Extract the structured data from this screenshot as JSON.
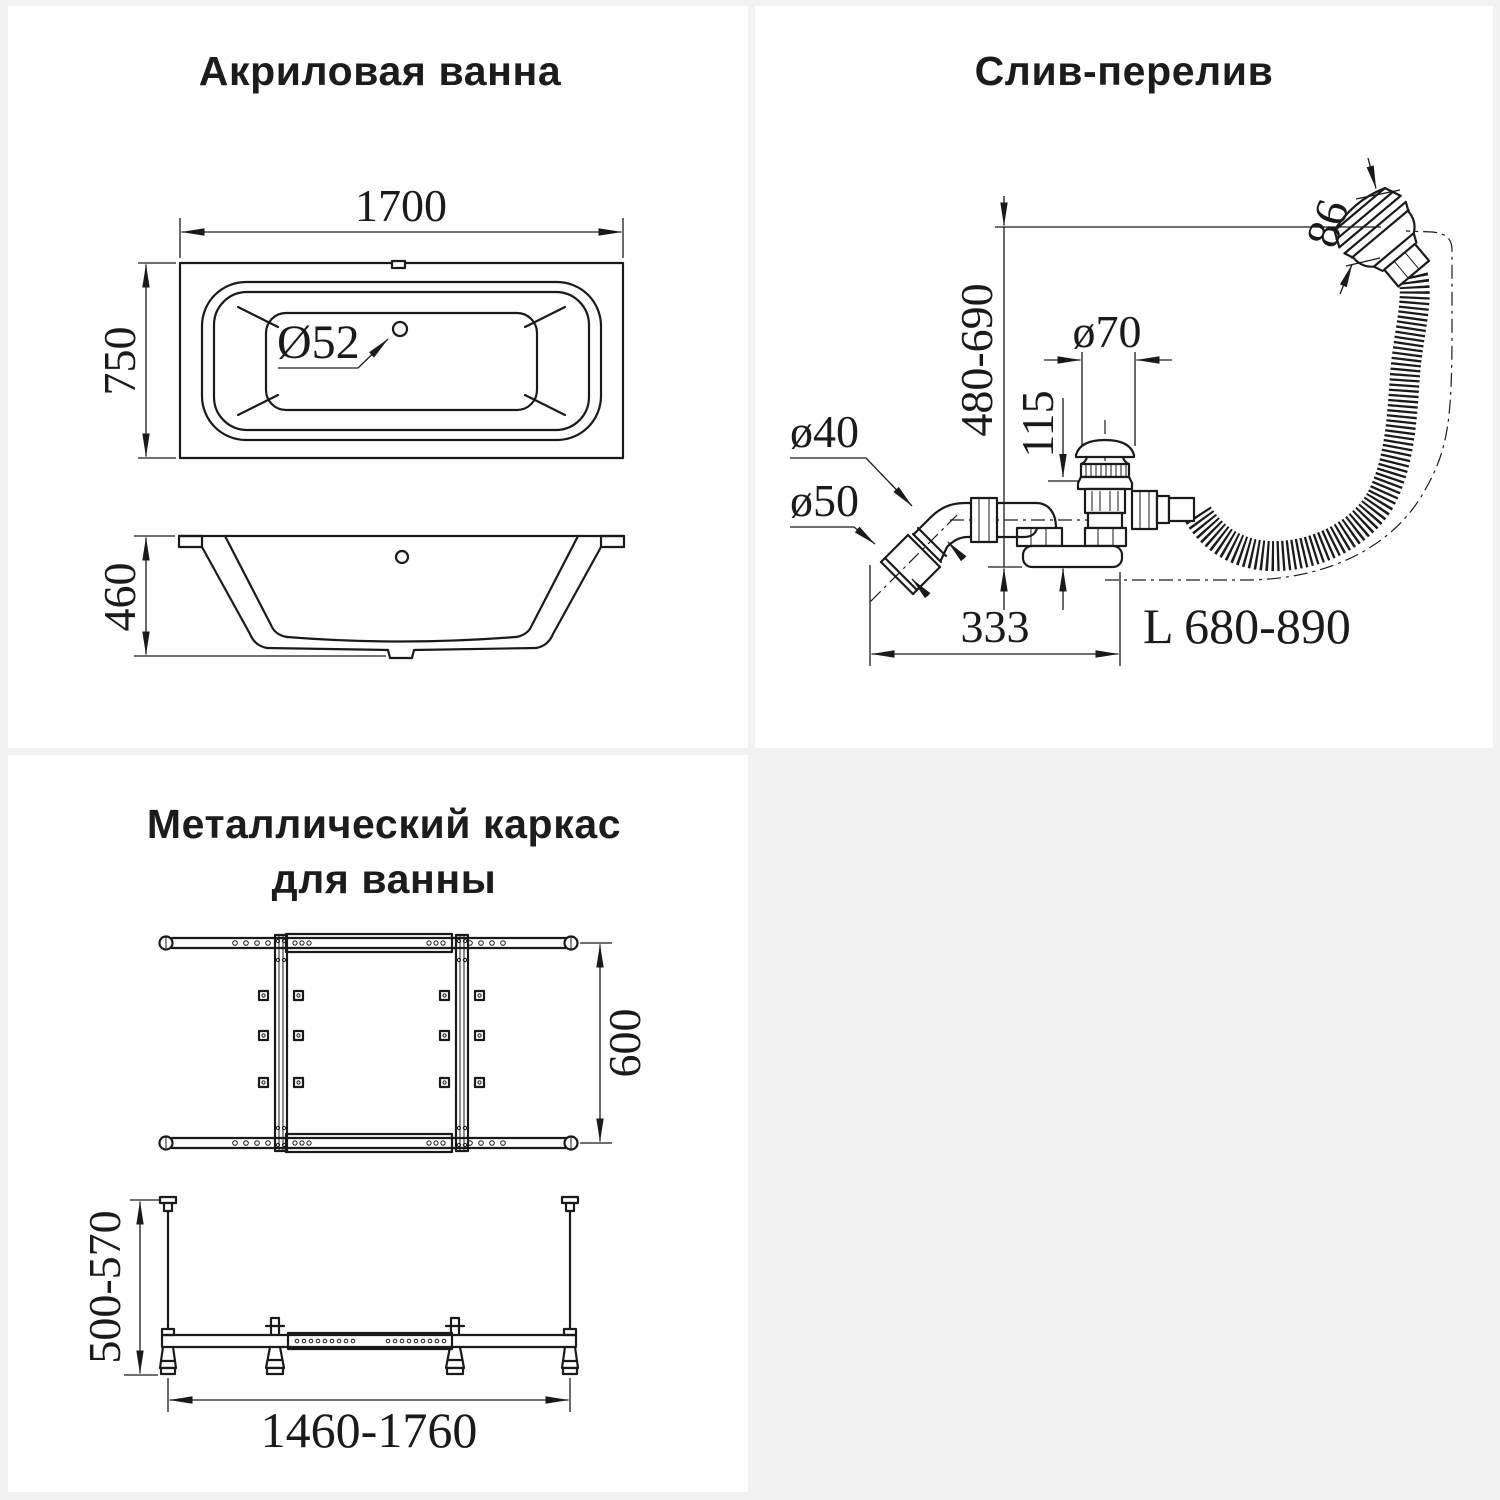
{
  "colors": {
    "page_background": "#f2f2f3",
    "panel_background": "#ffffff",
    "line_color": "#1a1a1a"
  },
  "panels": {
    "bathtub": {
      "title": "Акриловая ванна",
      "dims": {
        "length": "1700",
        "width": "750",
        "drain_diameter": "Ø52",
        "height": "460"
      }
    },
    "drain": {
      "title": "Слив-перелив",
      "dims": {
        "overflow_face": "86",
        "install_height": "480-690",
        "cap_diameter": "ø70",
        "body_height": "115",
        "pipe_diameter": "ø40",
        "outlet_diameter": "ø50",
        "horizontal_offset": "333",
        "hose_length": "L 680-890"
      }
    },
    "frame": {
      "title_line1": "Металлический каркас",
      "title_line2": "для ванны",
      "dims": {
        "depth": "600",
        "height_range": "500-570",
        "length_range": "1460-1760"
      }
    }
  }
}
